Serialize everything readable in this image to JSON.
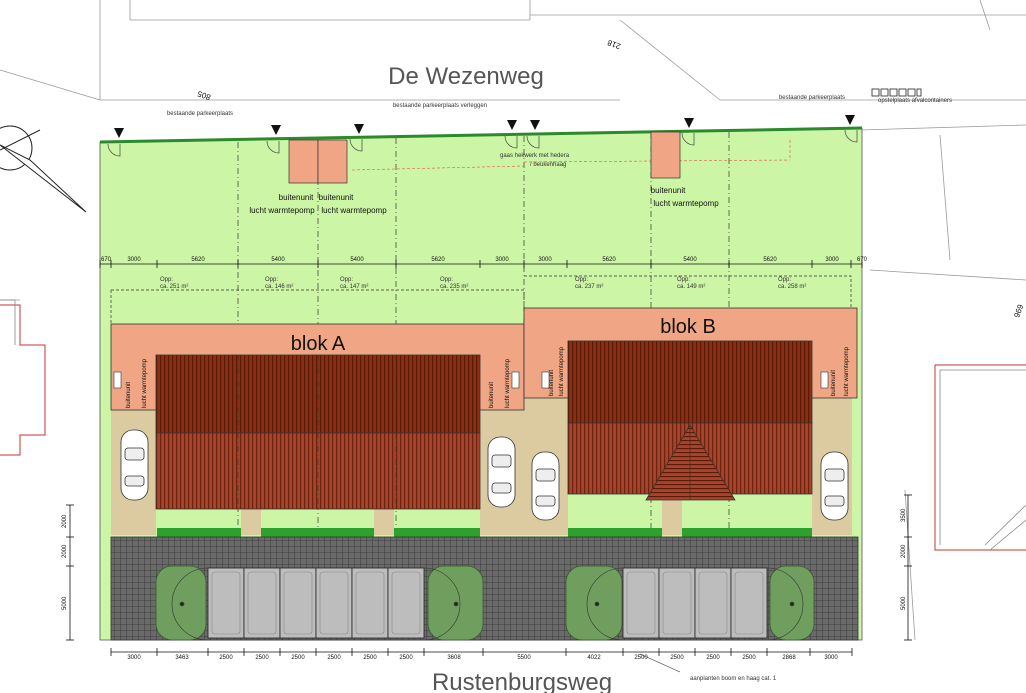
{
  "streets": {
    "north": "De Wezenweg",
    "south": "Rustenburgsweg"
  },
  "house_numbers": {
    "left": "805",
    "mid": "218",
    "right": "696"
  },
  "notes": {
    "parking_left": "bestaande parkeerplaats",
    "parking_mid": "bestaande parkeerplaats verleggen",
    "parking_right": "bestaande parkeerplaats",
    "containers": "opstelplaats afvalcontainers",
    "hedge_line1": "gaas hekwerk met hedera",
    "hedge_line2": "/ beukenhaag",
    "planting": "aanplanten boom en haag cat. 1"
  },
  "unit_label_1": "buitenunit",
  "unit_label_2": "lucht warmtepomp",
  "blocks": {
    "a": "blok A",
    "b": "blok B"
  },
  "plots": [
    {
      "label": "Opp:",
      "area": "ca. 251 m²"
    },
    {
      "label": "Opp:",
      "area": "ca. 146 m²"
    },
    {
      "label": "Opp:",
      "area": "ca. 147 m²"
    },
    {
      "label": "Opp:",
      "area": "ca. 235 m²"
    },
    {
      "label": "Opp:",
      "area": "ca. 237 m²"
    },
    {
      "label": "Opp:",
      "area": "ca. 149 m²"
    },
    {
      "label": "Opp:",
      "area": "ca. 258 m²"
    }
  ],
  "top_dimensions": [
    "670",
    "3000",
    "5620",
    "5400",
    "5400",
    "5620",
    "3000",
    "3000",
    "5620",
    "5400",
    "5620",
    "3000",
    "670"
  ],
  "bottom_dimensions": [
    "3000",
    "3463",
    "2500",
    "2500",
    "2500",
    "2500",
    "2500",
    "2500",
    "3608",
    "5500",
    "4022",
    "2500",
    "2500",
    "2500",
    "2500",
    "2868",
    "3000"
  ],
  "side_dimensions": {
    "left": [
      "2000",
      "2000",
      "5000"
    ],
    "right": [
      "3500",
      "2000",
      "5000"
    ]
  },
  "colors": {
    "lawn": "#ccf5a6",
    "unit": "#f0a584",
    "roof": "#8a2e14",
    "roof_light": "#a8422a",
    "hedge": "#2ca22c",
    "paving": "#5a5a5a",
    "driveway": "#dccaa0",
    "tree": "#6f9e5e"
  }
}
